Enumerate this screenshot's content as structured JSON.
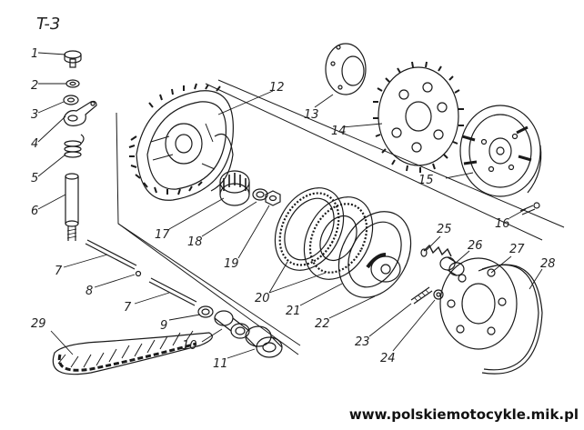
{
  "diagram": {
    "title": "T-3",
    "labels": [
      "1",
      "2",
      "3",
      "4",
      "5",
      "6",
      "7",
      "8",
      "7",
      "9",
      "10",
      "11",
      "12",
      "13",
      "14",
      "15",
      "16",
      "17",
      "18",
      "19",
      "20",
      "21",
      "22",
      "23",
      "24",
      "25",
      "26",
      "27",
      "28",
      "29"
    ]
  },
  "footer": {
    "url": "www.polskiemotocykle.mik.pl"
  }
}
